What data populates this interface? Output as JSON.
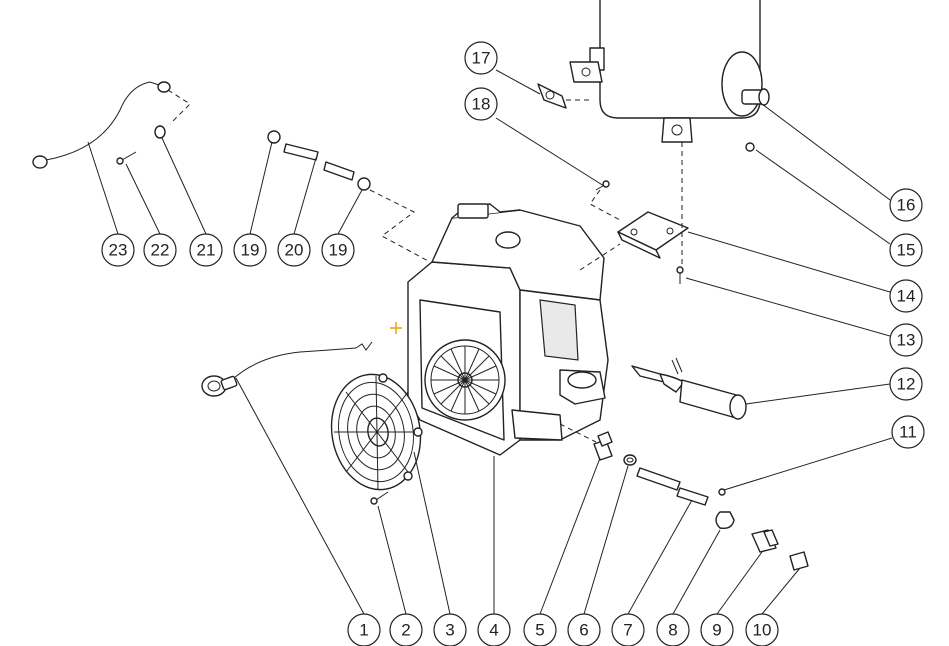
{
  "callouts": [
    {
      "id": "1",
      "label": "1"
    },
    {
      "id": "2",
      "label": "2"
    },
    {
      "id": "3",
      "label": "3"
    },
    {
      "id": "4",
      "label": "4"
    },
    {
      "id": "5",
      "label": "5"
    },
    {
      "id": "6",
      "label": "6"
    },
    {
      "id": "7",
      "label": "7"
    },
    {
      "id": "8",
      "label": "8"
    },
    {
      "id": "9",
      "label": "9"
    },
    {
      "id": "10",
      "label": "10"
    },
    {
      "id": "11",
      "label": "11"
    },
    {
      "id": "12",
      "label": "12"
    },
    {
      "id": "13",
      "label": "13"
    },
    {
      "id": "14",
      "label": "14"
    },
    {
      "id": "15",
      "label": "15"
    },
    {
      "id": "16",
      "label": "16"
    },
    {
      "id": "17",
      "label": "17"
    },
    {
      "id": "18",
      "label": "18"
    },
    {
      "id": "19a",
      "label": "19"
    },
    {
      "id": "20",
      "label": "20"
    },
    {
      "id": "19b",
      "label": "19"
    },
    {
      "id": "21",
      "label": "21"
    },
    {
      "id": "22",
      "label": "22"
    },
    {
      "id": "23",
      "label": "23"
    }
  ],
  "colors": {
    "line": "#222222",
    "marker": "#f2a51a",
    "background": "#ffffff"
  }
}
